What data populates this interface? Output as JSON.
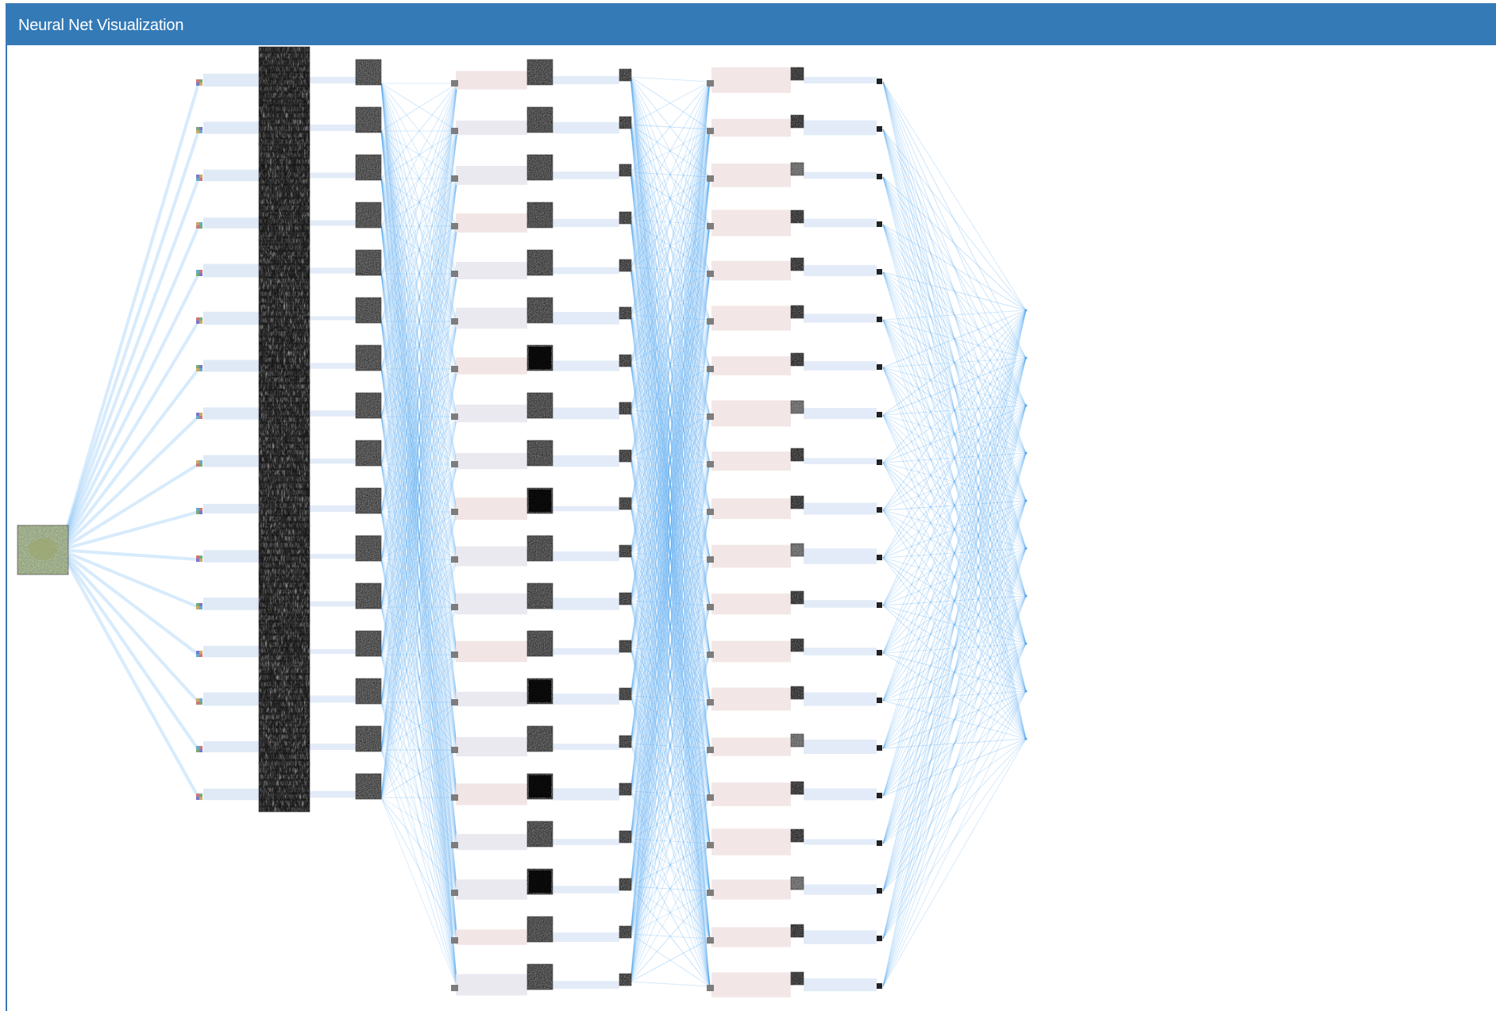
{
  "panel": {
    "title": "Neural Net Visualization"
  },
  "network": {
    "input_nodes": 1,
    "layers": [
      {
        "nodes": 16,
        "kind": "filter"
      },
      {
        "nodes": 16,
        "kind": "activation"
      },
      {
        "nodes": 20,
        "kind": "filter"
      },
      {
        "nodes": 20,
        "kind": "activation"
      },
      {
        "nodes": 20,
        "kind": "filter"
      },
      {
        "nodes": 20,
        "kind": "activation"
      },
      {
        "nodes": 10,
        "kind": "output"
      }
    ]
  },
  "colors": {
    "header": "#337ab7",
    "edge": "#4aa3f0",
    "bar_blue": "#dbe6f5",
    "bar_pink": "#f1e2e2",
    "bar_gray": "#e9e7ee"
  },
  "icons": {
    "input_image": "input-thumbnail-icon",
    "feature_map": "feature-map-icon"
  }
}
